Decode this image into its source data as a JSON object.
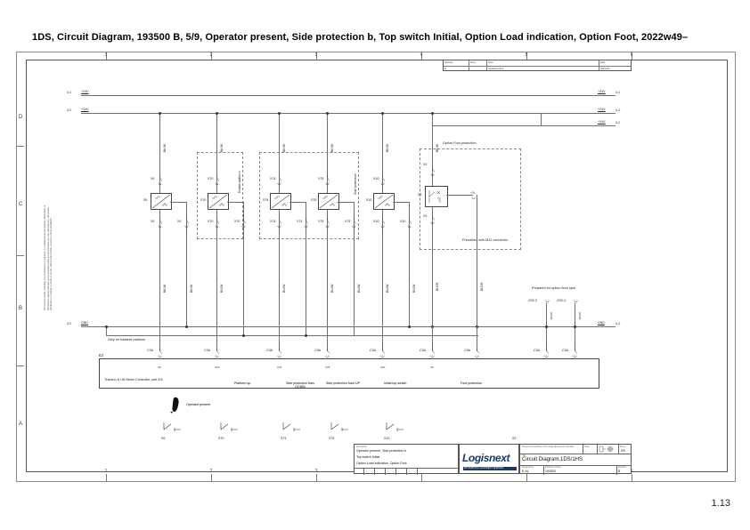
{
  "document": {
    "title": "1DS, Circuit Diagram, 193500 B, 5/9, Operator present, Side protection b, Top switch Initial, Option Load indication, Option Foot, 2022w49–",
    "page_number": "1.13"
  },
  "frame": {
    "columns": [
      "1",
      "2",
      "3",
      "4",
      "5",
      "6"
    ],
    "rows": [
      "D",
      "C",
      "B",
      "A"
    ],
    "legal_text": "All contents herein, including any attachments or annexes, is confidential and proprietary information of Mitsubishi Logisnext Europe and is provided solely for the intended use. Any reproduction, disclosure, distribution or copying, in whole or in part, without prior written consent is strictly prohibited."
  },
  "revision_table": {
    "headers": [
      "Revision",
      "Zone",
      "Note",
      "Date"
    ],
    "rows": [
      {
        "revision": "B",
        "zone": "",
        "note": "Updated brand",
        "date": "2022w49"
      }
    ]
  },
  "rails": [
    {
      "name": "rail-top",
      "left_ref": "/1.0",
      "left_label": "+24V",
      "right_label": "+24V",
      "right_ref": "/1.0"
    },
    {
      "name": "rail-second",
      "left_ref": "/1.0",
      "left_label": "+24V",
      "right_label": "+24V",
      "right_ref": "/1.0"
    },
    {
      "name": "rail-second-branch",
      "right_label": "+24V",
      "right_ref": "/1.0"
    },
    {
      "name": "rail-ground",
      "left_ref": "/1.0",
      "left_label": "GND",
      "right_label": "GND",
      "right_ref": "/1.0"
    }
  ],
  "boxes": [
    {
      "id": "box-rotate-platform",
      "label": "Rotate platform"
    },
    {
      "id": "box-side-protection",
      "label": "Side protection"
    },
    {
      "id": "box-option-foot-protection",
      "label": "Option Foot protection",
      "note": "Precabled with M12 connector"
    }
  ],
  "notes": [
    {
      "id": "note-foldable",
      "text": "Only on foldable platform"
    },
    {
      "id": "note-floor-spot",
      "text": "Prepared for option floor spot"
    },
    {
      "id": "note-precabled",
      "text": "Precabled with M12 connector"
    }
  ],
  "controller": {
    "designator": "E2",
    "label": "Traction & Lift Motor Controller part 3/3"
  },
  "floor_spot_connectors": [
    "XS3.3",
    "XS3.4"
  ],
  "functions": [
    {
      "label": "Operator present",
      "designator": "S9",
      "icon": "footprint-icon"
    },
    {
      "label": "Platform up",
      "designator": "S70",
      "icon": ""
    },
    {
      "label": "Side protection bars DOWN",
      "designator": "S74",
      "icon": ""
    },
    {
      "label": "Side protection bars UP",
      "designator": "S75",
      "icon": ""
    },
    {
      "label": "Initial top switch",
      "designator": "S10",
      "icon": ""
    },
    {
      "label": "Foot protection",
      "designator": "S3",
      "icon": ""
    }
  ],
  "branches": [
    {
      "sensor": "S9",
      "top_wire": "BK/W",
      "bot_wire": "BK/W",
      "pins": [
        "X9",
        "X9"
      ],
      "conn": "C3A"
    },
    {
      "sensor": "S70",
      "top_wire": "BK/W",
      "bot_wire": "BU/W",
      "pins": [
        "X70",
        "X70"
      ],
      "conn": "C3A"
    },
    {
      "sensor": "S74",
      "top_wire": "BK/W",
      "bot_wire": "BU/W",
      "pins": [
        "X74",
        "X74"
      ],
      "conn": "C3A"
    },
    {
      "sensor": "S75",
      "top_wire": "BK/W",
      "bot_wire": "BU/W",
      "pins": [
        "X75",
        "X75"
      ],
      "conn": "C3A"
    },
    {
      "sensor": "S10",
      "top_wire": "BK/W",
      "bot_wire": "BU/W",
      "pins": [
        "X10",
        "X10"
      ],
      "conn": "C3A"
    },
    {
      "sensor": "S3",
      "top_wire": "BK/W",
      "bot_wire": "BU/W",
      "pins": [
        "X3",
        "X3"
      ],
      "conn": "C3A"
    }
  ],
  "title_block": {
    "description_header": "Description",
    "description_lines": [
      "Operator present, Side protection b",
      "Top switch Initial",
      "Option Load indication, Option Foot"
    ],
    "brand": "Logisnext",
    "brand_sub": "MITSUBISHI LOGISNEXT EUROPE",
    "projection_note": "Projection according to first angle (European) standard",
    "scale_label": "Scale",
    "scale_value": "-",
    "sheet_label": "Sheet",
    "sheet_value": "5/9",
    "title_label": "Title",
    "title_value": "Circuit Diagram,1DS/1HS",
    "designer_label": "Designed by",
    "designer_value": "E.AL",
    "drawing_label": "Drawing number",
    "drawing_value": "193500",
    "revision_label": "Revision",
    "revision_value": "B"
  }
}
